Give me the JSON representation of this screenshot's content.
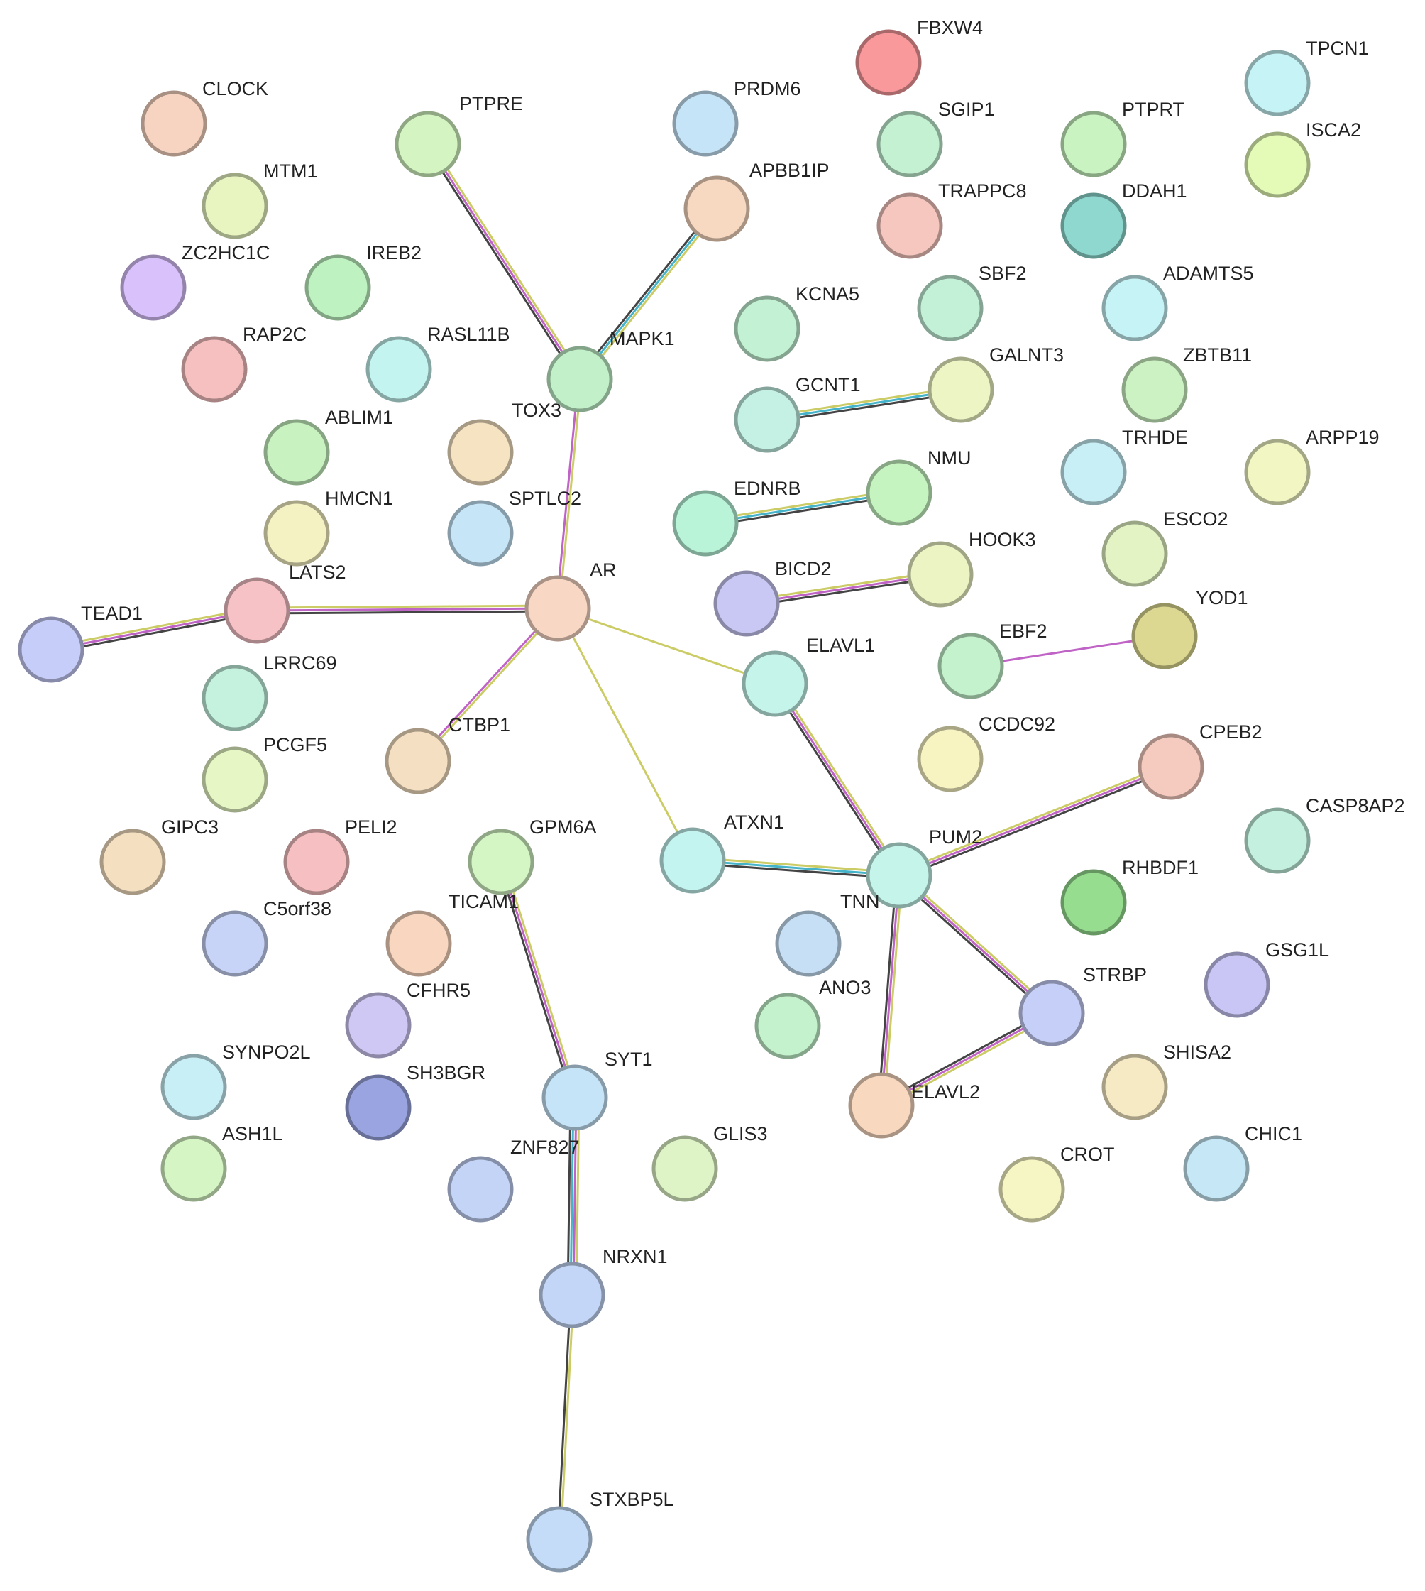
{
  "network": {
    "nodes": [
      {
        "id": "FBXW4",
        "color": "#f9999b"
      },
      {
        "id": "TPCN1",
        "color": "#c6f4f6"
      },
      {
        "id": "CLOCK",
        "color": "#f7d4c1"
      },
      {
        "id": "PRDM6",
        "color": "#c6e4f7"
      },
      {
        "id": "PTPRE",
        "color": "#d4f5c1"
      },
      {
        "id": "SGIP1",
        "color": "#c3f1d2"
      },
      {
        "id": "PTPRT",
        "color": "#c9f4c1"
      },
      {
        "id": "ISCA2",
        "color": "#e4fbb7"
      },
      {
        "id": "MTM1",
        "color": "#e8f5c1"
      },
      {
        "id": "APBB1IP",
        "color": "#f7d8c1"
      },
      {
        "id": "TRAPPC8",
        "color": "#f6c7bf"
      },
      {
        "id": "DDAH1",
        "color": "#8fd8d0"
      },
      {
        "id": "ZC2HC1C",
        "color": "#d9c2fb"
      },
      {
        "id": "IREB2",
        "color": "#bff2c1"
      },
      {
        "id": "SBF2",
        "color": "#c3f1d8"
      },
      {
        "id": "ADAMTS5",
        "color": "#c6f3f6"
      },
      {
        "id": "KCNA5",
        "color": "#c3f1d4"
      },
      {
        "id": "RAP2C",
        "color": "#f6c0c0"
      },
      {
        "id": "RASL11B",
        "color": "#c4f4f0"
      },
      {
        "id": "MAPK1",
        "color": "#c2f1c9"
      },
      {
        "id": "GALNT3",
        "color": "#eef5c4"
      },
      {
        "id": "ZBTB11",
        "color": "#ccf2c4"
      },
      {
        "id": "GCNT1",
        "color": "#c4f1e4"
      },
      {
        "id": "ABLIM1",
        "color": "#c8f2c0"
      },
      {
        "id": "TOX3",
        "color": "#f5e3c2"
      },
      {
        "id": "TRHDE",
        "color": "#c8eff6"
      },
      {
        "id": "ARPP19",
        "color": "#f1f6c3"
      },
      {
        "id": "NMU",
        "color": "#c6f4c0"
      },
      {
        "id": "HMCN1",
        "color": "#f4f1c2"
      },
      {
        "id": "SPTLC2",
        "color": "#c6e6f8"
      },
      {
        "id": "EDNRB",
        "color": "#b9f4d9"
      },
      {
        "id": "ESCO2",
        "color": "#e3f3c4"
      },
      {
        "id": "HOOK3",
        "color": "#ecf4c4"
      },
      {
        "id": "LATS2",
        "color": "#f6c2c6"
      },
      {
        "id": "AR",
        "color": "#f8d7c5"
      },
      {
        "id": "BICD2",
        "color": "#c9c8f5"
      },
      {
        "id": "TEAD1",
        "color": "#c6cdf8"
      },
      {
        "id": "YOD1",
        "color": "#ddd891"
      },
      {
        "id": "EBF2",
        "color": "#c4f2cd"
      },
      {
        "id": "LRRC69",
        "color": "#c4f2df"
      },
      {
        "id": "ELAVL1",
        "color": "#c4f4ea"
      },
      {
        "id": "CTBP1",
        "color": "#f5dfc2"
      },
      {
        "id": "CCDC92",
        "color": "#f7f4c2"
      },
      {
        "id": "CPEB2",
        "color": "#f6cbbf"
      },
      {
        "id": "PCGF5",
        "color": "#e6f6c4"
      },
      {
        "id": "CASP8AP2",
        "color": "#c4f1df"
      },
      {
        "id": "GIPC3",
        "color": "#f4dfc0"
      },
      {
        "id": "PELI2",
        "color": "#f6c0c2"
      },
      {
        "id": "GPM6A",
        "color": "#d4f5c4"
      },
      {
        "id": "ATXN1",
        "color": "#c4f4ef"
      },
      {
        "id": "PUM2",
        "color": "#c4f4ea"
      },
      {
        "id": "RHBDF1",
        "color": "#96dd8f"
      },
      {
        "id": "C5orf38",
        "color": "#c8d4f7"
      },
      {
        "id": "TICAM1",
        "color": "#f8d6bf"
      },
      {
        "id": "TNN",
        "color": "#c6dff5"
      },
      {
        "id": "GSG1L",
        "color": "#c9c6f5"
      },
      {
        "id": "CFHR5",
        "color": "#cfc8f4"
      },
      {
        "id": "ANO3",
        "color": "#c4f2cd"
      },
      {
        "id": "STRBP",
        "color": "#c6cff7"
      },
      {
        "id": "SYNPO2L",
        "color": "#c8eef6"
      },
      {
        "id": "SH3BGR",
        "color": "#9aa4e0"
      },
      {
        "id": "SYT1",
        "color": "#c6e4f7"
      },
      {
        "id": "ELAVL2",
        "color": "#f8d8bf"
      },
      {
        "id": "SHISA2",
        "color": "#f6eac4"
      },
      {
        "id": "ASH1L",
        "color": "#d6f5c4"
      },
      {
        "id": "GLIS3",
        "color": "#def4c6"
      },
      {
        "id": "ZNF827",
        "color": "#c4d4f7"
      },
      {
        "id": "CROT",
        "color": "#f5f6c4"
      },
      {
        "id": "CHIC1",
        "color": "#c6e8f6"
      },
      {
        "id": "NRXN1",
        "color": "#c4d6f7"
      },
      {
        "id": "STXBP5L",
        "color": "#c4dcf7"
      }
    ],
    "edges": [
      {
        "source": "PTPRE",
        "target": "MAPK1",
        "colors": [
          "#cccc66",
          "#c063c6",
          "#444444"
        ]
      },
      {
        "source": "APBB1IP",
        "target": "MAPK1",
        "colors": [
          "#cccc66",
          "#45b3c9",
          "#444444"
        ]
      },
      {
        "source": "MAPK1",
        "target": "AR",
        "colors": [
          "#cccc66",
          "#c063c6"
        ]
      },
      {
        "source": "GCNT1",
        "target": "GALNT3",
        "colors": [
          "#cccc66",
          "#45b3c9",
          "#444444"
        ]
      },
      {
        "source": "EDNRB",
        "target": "NMU",
        "colors": [
          "#cccc66",
          "#45b3c9",
          "#444444"
        ]
      },
      {
        "source": "BICD2",
        "target": "HOOK3",
        "colors": [
          "#cccc66",
          "#c063c6",
          "#444444"
        ]
      },
      {
        "source": "TEAD1",
        "target": "LATS2",
        "colors": [
          "#cccc66",
          "#c063c6",
          "#444444"
        ]
      },
      {
        "source": "LATS2",
        "target": "AR",
        "colors": [
          "#cccc66",
          "#c063c6",
          "#444444"
        ]
      },
      {
        "source": "EBF2",
        "target": "YOD1",
        "colors": [
          "#c063c6"
        ]
      },
      {
        "source": "AR",
        "target": "CTBP1",
        "colors": [
          "#cccc66",
          "#c063c6"
        ]
      },
      {
        "source": "AR",
        "target": "ELAVL1",
        "colors": [
          "#cccc66"
        ]
      },
      {
        "source": "AR",
        "target": "ATXN1",
        "colors": [
          "#cccc66"
        ]
      },
      {
        "source": "ELAVL1",
        "target": "PUM2",
        "colors": [
          "#cccc66",
          "#c063c6",
          "#444444"
        ]
      },
      {
        "source": "ATXN1",
        "target": "PUM2",
        "colors": [
          "#cccc66",
          "#45b3c9",
          "#444444"
        ]
      },
      {
        "source": "PUM2",
        "target": "CPEB2",
        "colors": [
          "#cccc66",
          "#c063c6",
          "#444444"
        ]
      },
      {
        "source": "PUM2",
        "target": "STRBP",
        "colors": [
          "#cccc66",
          "#c063c6",
          "#444444"
        ]
      },
      {
        "source": "PUM2",
        "target": "ELAVL2",
        "colors": [
          "#cccc66",
          "#c063c6",
          "#444444"
        ]
      },
      {
        "source": "STRBP",
        "target": "ELAVL2",
        "colors": [
          "#cccc66",
          "#c063c6",
          "#444444"
        ]
      },
      {
        "source": "GPM6A",
        "target": "SYT1",
        "colors": [
          "#cccc66",
          "#c063c6",
          "#444444"
        ]
      },
      {
        "source": "SYT1",
        "target": "NRXN1",
        "colors": [
          "#cccc66",
          "#c063c6",
          "#45b3c9",
          "#444444"
        ]
      },
      {
        "source": "NRXN1",
        "target": "STXBP5L",
        "colors": [
          "#cccc66",
          "#444444"
        ]
      }
    ]
  }
}
